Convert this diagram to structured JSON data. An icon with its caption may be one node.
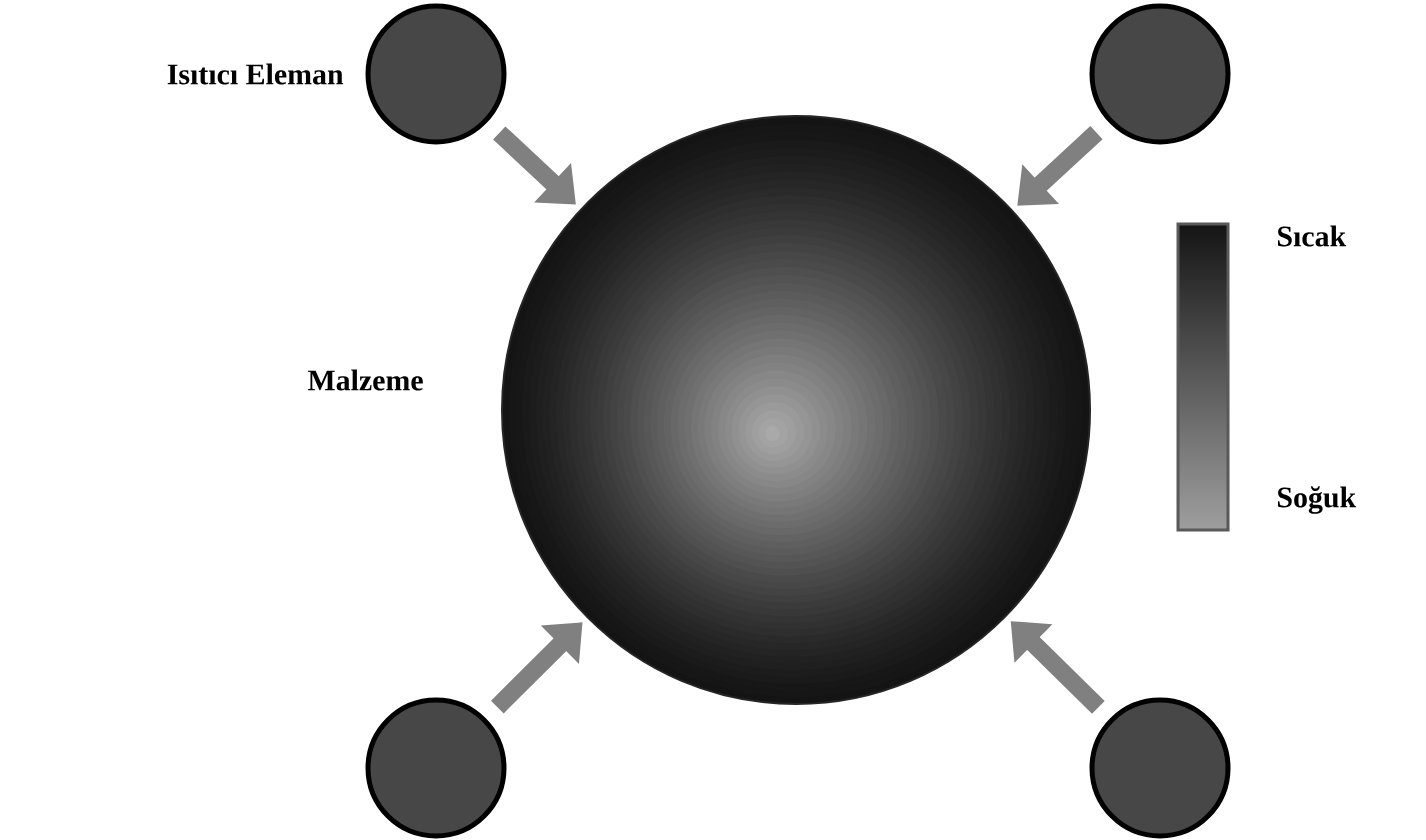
{
  "diagram": {
    "nodes": [
      {
        "text": [],
        "shape": "circle",
        "beside": [
          "Isıtıcı Eleman"
        ]
      },
      {
        "text": [],
        "shape": "circle"
      },
      {
        "text": [],
        "shape": "circle",
        "beside": [
          "Malzeme"
        ]
      },
      {
        "text": [],
        "shape": "circle"
      },
      {
        "text": [],
        "shape": "circle"
      }
    ],
    "edges": [
      {
        "from": 0,
        "to": 2,
        "arrow": "to"
      },
      {
        "from": 1,
        "to": 2,
        "arrow": "to"
      },
      {
        "from": 3,
        "to": 2,
        "arrow": "to"
      },
      {
        "from": 4,
        "to": 2,
        "arrow": "to"
      }
    ],
    "labels": [
      "Sıcak",
      "Soğuk"
    ]
  }
}
